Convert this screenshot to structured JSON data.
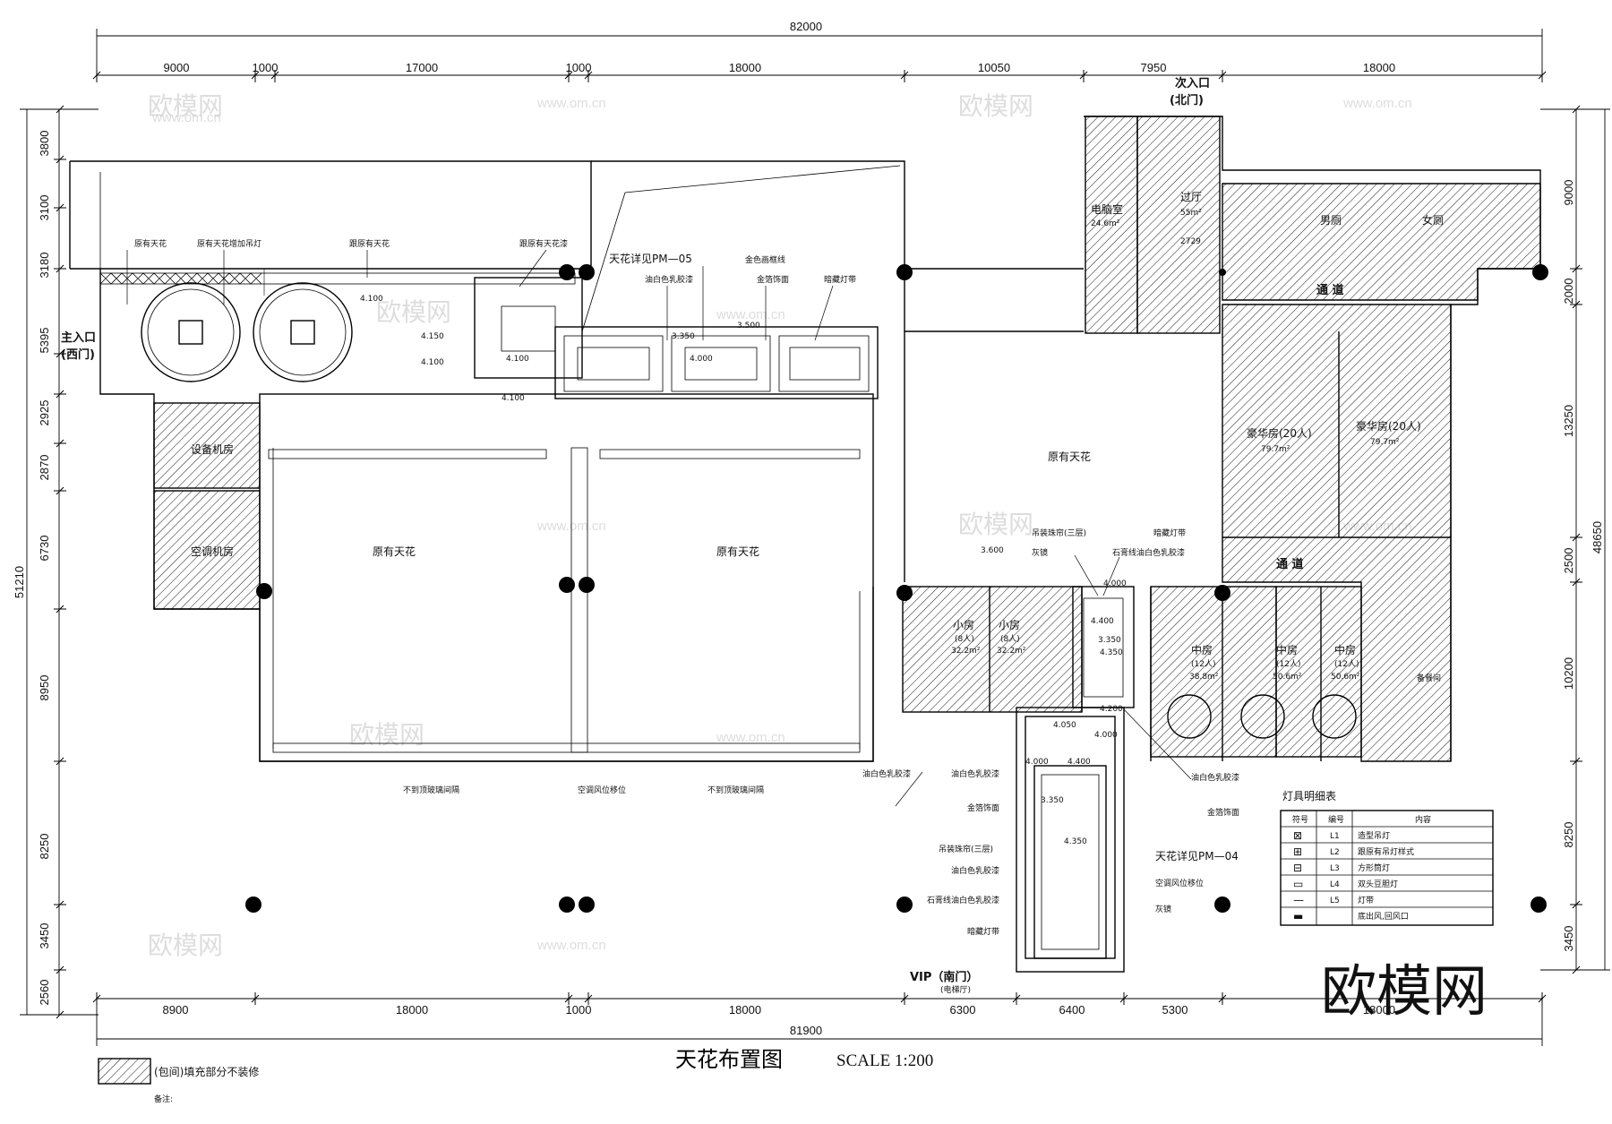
{
  "drawing": {
    "title": "天花布置图",
    "scale": "SCALE 1:200",
    "top_total": "82000",
    "bottom_total": "81900",
    "left_total": "51210",
    "right_total": "48650",
    "top_dims": [
      "9000",
      "1000",
      "17000",
      "1000",
      "18000",
      "10050",
      "7950",
      "18000"
    ],
    "bottom_dims": [
      "8900",
      "18000",
      "1000",
      "18000",
      "6300",
      "6400",
      "5300",
      "18000"
    ],
    "left_dims": [
      "3800",
      "3100",
      "3180",
      "5395",
      "2925",
      "2870",
      "6730",
      "8950",
      "8250",
      "3450",
      "2560"
    ],
    "right_dims": [
      "9000",
      "2000",
      "13250",
      "2500",
      "10200",
      "8250",
      "3450"
    ]
  },
  "entrances": {
    "main_entry": "主入口",
    "main_entry_sub": "(西门)",
    "secondary_entry": "次入口",
    "secondary_entry_sub": "(北门)",
    "vip": "VIP（南门）",
    "vip_sub": "(电梯厅)"
  },
  "rooms": {
    "equipment": "设备机房",
    "aircon": "空调机房",
    "existing_ceiling_1": "原有天花",
    "existing_ceiling_2": "原有天花",
    "existing_ceiling_3": "原有天花",
    "computer_room": "电脑室",
    "computer_room_area": "24.6m²",
    "hall": "过厅",
    "hall_area": "55m²",
    "hall_code": "2729",
    "kitchen": "男厕",
    "ladies": "女厕",
    "corridor_1": "通  道",
    "corridor_2": "通  道",
    "deluxe_1": "豪华房(20人)",
    "deluxe_1_area": "79.7m²",
    "deluxe_2": "豪华房(20人)",
    "deluxe_2_area": "79.7m²",
    "small_1": "小房",
    "small_1_cap": "(8人)",
    "small_1_area": "32.2m²",
    "small_2": "小房",
    "small_2_cap": "(8人)",
    "small_2_area": "32.2m²",
    "mid_1": "中房",
    "mid_1_cap": "(12人)",
    "mid_1_area": "38.8m²",
    "mid_2": "中房",
    "mid_2_cap": "(12人)",
    "mid_2_area": "50.6m²",
    "mid_3": "中房",
    "mid_3_cap": "(12人)",
    "mid_3_area": "50.6m²",
    "service": "备餐间"
  },
  "annotations": {
    "existing_ceiling": "原有天花",
    "existing_ceiling_lamp": "原有天花增加吊灯",
    "follow_ceiling": "跟原有天花",
    "follow_ceiling_paint": "跟原有天花漆",
    "ceiling_detail_pm05": "天花详见PM—05",
    "gold_line": "金色画框线",
    "white_latex_1": "油白色乳胶漆",
    "gold_leaf_1": "金箔饰面",
    "hidden_strip_1": "暗藏灯带",
    "h_4100_a": "4.100",
    "h_4150": "4.150",
    "h_4100_b": "4.100",
    "h_4100_c": "4.100",
    "h_4100_d": "4.100",
    "h_3350": "3.350",
    "h_3500": "3.500",
    "h_4000_a": "4.000",
    "h_3600": "3.600",
    "pearl_curtain_1": "吊装珠帘(三层)",
    "hidden_strip_2": "暗藏灯带",
    "grey_mirror_1": "灰镜",
    "gypsum_line_1": "石膏线油白色乳胶漆",
    "h_4000_b": "4.000",
    "h_4400_a": "4.400",
    "h_3350_b": "3.350",
    "h_4350_a": "4.350",
    "h_4200": "4.200",
    "h_4050": "4.050",
    "h_4000_c": "4.000",
    "h_4000_d": "4.000",
    "h_4400_b": "4.400",
    "h_3350_c": "3.350",
    "h_4350_b": "4.350",
    "glass_partition_1": "不到顶玻璃间隔",
    "ac_vent": "空调风位移位",
    "glass_partition_2": "不到顶玻璃间隔",
    "white_latex_2": "油白色乳胶漆",
    "white_latex_3": "油白色乳胶漆",
    "gold_leaf_2": "金箔饰面",
    "pearl_curtain_2": "吊装珠帘(三层)",
    "white_latex_4": "油白色乳胶漆",
    "gypsum_line_2": "石膏线油白色乳胶漆",
    "hidden_strip_3": "暗藏灯带",
    "white_latex_5": "油白色乳胶漆",
    "gold_leaf_3": "金箔饰面",
    "ceiling_detail_pm04": "天花详见PM—04",
    "ac_vent_2": "空调风位移位",
    "grey_mirror_2": "灰镜"
  },
  "legend": {
    "title": "灯具明细表",
    "headers": [
      "符号",
      "编号",
      "内容"
    ],
    "rows": [
      {
        "symbol": "⊠",
        "code": "L1",
        "desc": "造型吊灯"
      },
      {
        "symbol": "⊞",
        "code": "L2",
        "desc": "跟原有吊灯样式"
      },
      {
        "symbol": "⊟",
        "code": "L3",
        "desc": "方形筒灯"
      },
      {
        "symbol": "▭",
        "code": "L4",
        "desc": "双头豆胆灯"
      },
      {
        "symbol": "—",
        "code": "L5",
        "desc": "灯带"
      },
      {
        "symbol": "▬",
        "code": "",
        "desc": "底出风,回风口"
      }
    ]
  },
  "notes": {
    "hatch_note": "(包间)填充部分不装修",
    "remark": "备注:"
  },
  "watermark": {
    "text": "欧模网",
    "url": "www.om.cn",
    "brand": "欧模网"
  }
}
